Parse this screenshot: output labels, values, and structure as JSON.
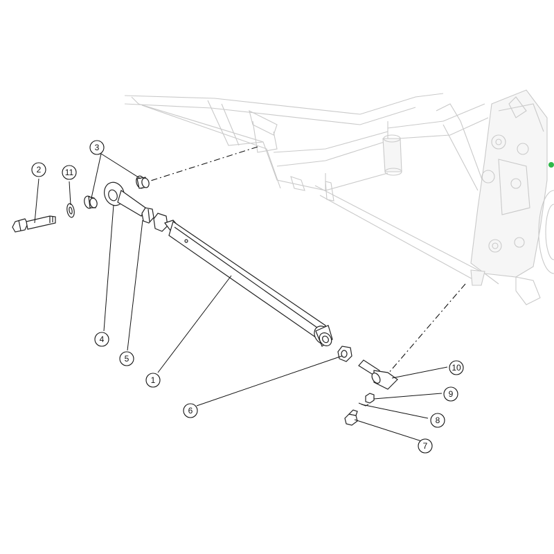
{
  "callouts": [
    {
      "label": "1"
    },
    {
      "label": "2"
    },
    {
      "label": "3"
    },
    {
      "label": "4"
    },
    {
      "label": "5"
    },
    {
      "label": "6"
    },
    {
      "label": "7"
    },
    {
      "label": "8"
    },
    {
      "label": "9"
    },
    {
      "label": "10"
    },
    {
      "label": "11"
    }
  ],
  "colors": {
    "accent_green": "#2fb84a",
    "line": "#222222",
    "ghost": "#c9c9c9"
  }
}
